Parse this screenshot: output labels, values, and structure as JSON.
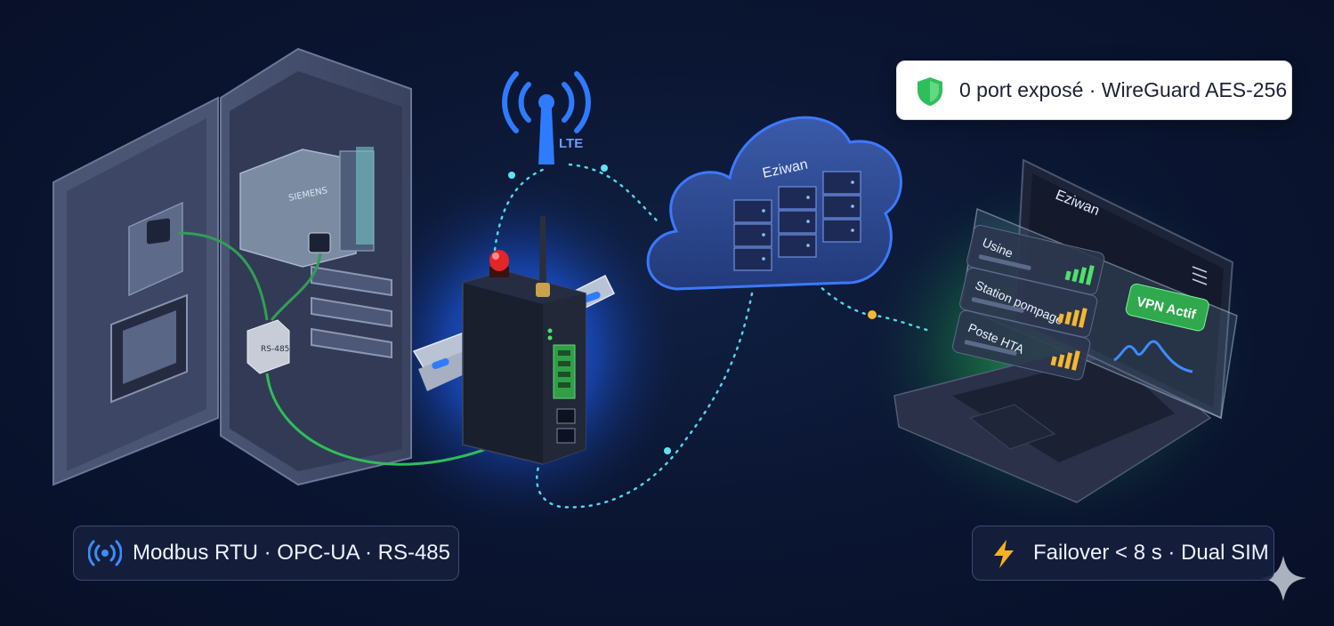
{
  "brand": "Eziwan",
  "antenna_label": "LTE",
  "cabinet": {
    "plc_brand": "SIEMENS",
    "converter_label": "RS-485"
  },
  "dashboard": {
    "sites": [
      {
        "name": "Usine",
        "signal_bars": 4,
        "signal_color": "#4ee06a"
      },
      {
        "name": "Station pompage",
        "signal_bars": 4,
        "signal_color": "#f5b731"
      },
      {
        "name": "Poste HTA",
        "signal_bars": 4,
        "signal_color": "#f5b731"
      }
    ],
    "vpn_badge": "VPN Actif"
  },
  "badges": {
    "security": "0 port exposé · WireGuard AES-256",
    "protocols": "Modbus RTU · OPC-UA · RS-485",
    "failover": "Failover < 8 s · Dual SIM"
  },
  "colors": {
    "accent_blue": "#2f7bff",
    "accent_green": "#2fd35a",
    "bolt": "#f5b21f"
  }
}
